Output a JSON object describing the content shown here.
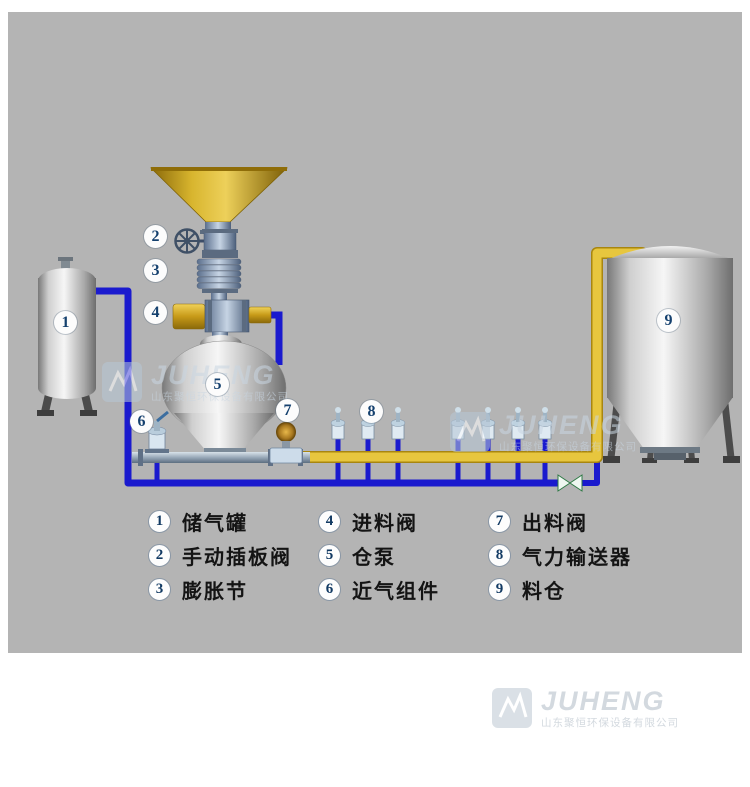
{
  "legend": {
    "items": [
      {
        "num": "1",
        "label": "储气罐"
      },
      {
        "num": "2",
        "label": "手动插板阀"
      },
      {
        "num": "3",
        "label": "膨胀节"
      },
      {
        "num": "4",
        "label": "进料阀"
      },
      {
        "num": "5",
        "label": "仓泵"
      },
      {
        "num": "6",
        "label": "近气组件"
      },
      {
        "num": "7",
        "label": "出料阀"
      },
      {
        "num": "8",
        "label": "气力输送器"
      },
      {
        "num": "9",
        "label": "料仓"
      }
    ]
  },
  "watermark": {
    "brand": "JUHENG",
    "company": "山东聚恒环保设备有限公司"
  },
  "colors": {
    "panel_bg": "#b4b4b4",
    "air_pipe_blue": "#1a1ace",
    "material_pipe_yellow": "#e7c63e",
    "funnel_gold": "#d8b52e"
  }
}
